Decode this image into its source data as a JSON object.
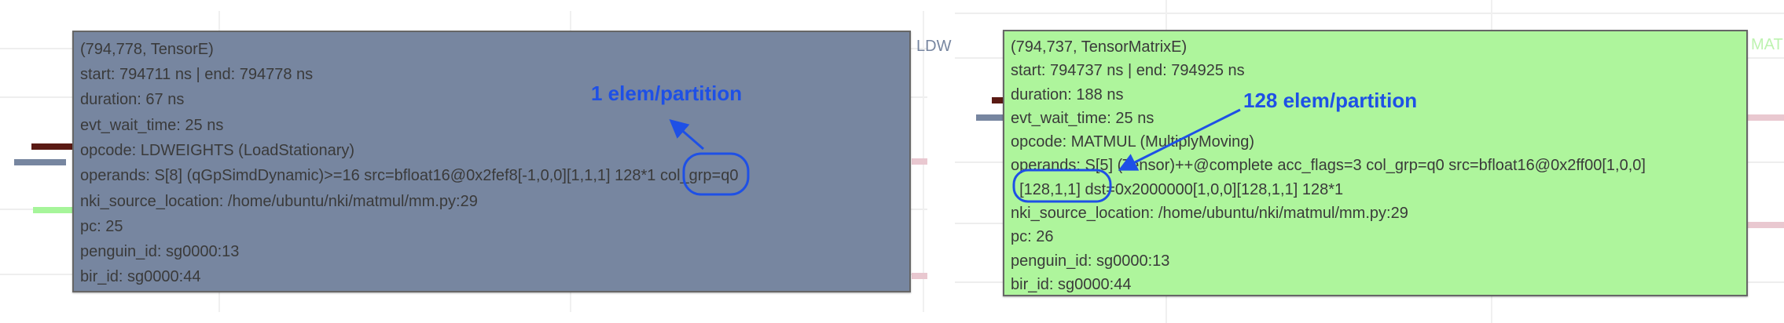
{
  "left_tooltip": {
    "color": "#7786a0",
    "lines": [
      "(794,778, TensorE)",
      "start: 794711 ns | end: 794778 ns",
      "duration: 67 ns",
      "evt_wait_time: 25 ns",
      "opcode: LDWEIGHTS (LoadStationary)",
      "operands: S[8] (qGpSimdDynamic)>=16 src=bfloat16@0x2fef8[-1,0,0][1,1,1] 128*1 col_grp=q0",
      "nki_source_location: /home/ubuntu/nki/matmul/mm.py:29",
      "pc: 25",
      "penguin_id: sg0000:13",
      "bir_id: sg0000:44"
    ],
    "side_label": "LDW",
    "annotation": "1 elem/partition"
  },
  "right_tooltip": {
    "color": "#aef59c",
    "lines": [
      "(794,737, TensorMatrixE)",
      "start: 794737 ns | end: 794925 ns",
      "duration: 188 ns",
      "evt_wait_time: 25 ns",
      "opcode: MATMUL (MultiplyMoving)",
      "operands: S[5] (Tensor)++@complete acc_flags=3 col_grp=q0 src=bfloat16@0x2ff00[1,0,0]",
      "  [128,1,1] dst=0x2000000[1,0,0][128,1,1] 128*1",
      "nki_source_location: /home/ubuntu/nki/matmul/mm.py:29",
      "pc: 26",
      "penguin_id: sg0000:13",
      "bir_id: sg0000:44"
    ],
    "side_label": "MAT",
    "annotation": "128 elem/partition"
  },
  "annotation_color": "#1e50e6"
}
